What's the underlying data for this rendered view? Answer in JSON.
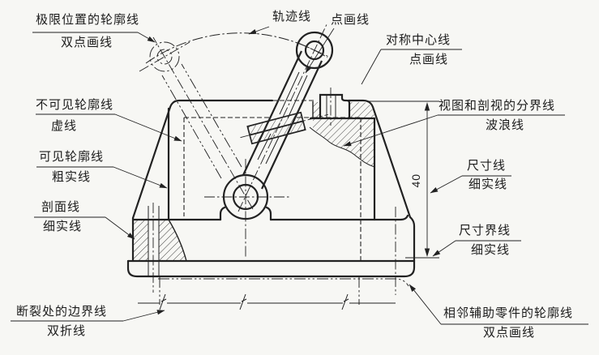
{
  "figure_colors": {
    "ink": "#222222",
    "background": "#f7f7f4"
  },
  "callouts": {
    "limit_position": {
      "term": "极限位置的轮廓线",
      "style": "双点画线"
    },
    "trajectory": {
      "term": "轨迹线"
    },
    "dot_dash_top": {
      "term": "点画线"
    },
    "symmetry_center": {
      "term": "对称中心线",
      "style": "点画线"
    },
    "invisible_outline": {
      "term": "不可见轮廓线",
      "style": "虚线"
    },
    "visible_outline": {
      "term": "可见轮廓线",
      "style": "粗实线"
    },
    "section_hatch": {
      "term": "剖面线",
      "style": "细实线"
    },
    "break_boundary": {
      "term": "断裂处的边界线",
      "style": "双折线"
    },
    "view_section_boundary": {
      "term": "视图和剖视的分界线",
      "style": "波浪线"
    },
    "dimension_line": {
      "term": "尺寸线",
      "style": "细实线"
    },
    "extension_line": {
      "term": "尺寸界线",
      "style": "细实线"
    },
    "adjacent_part": {
      "term": "相邻辅助零件的轮廓线",
      "style": "双点画线"
    }
  },
  "dimension": {
    "value": "40"
  }
}
